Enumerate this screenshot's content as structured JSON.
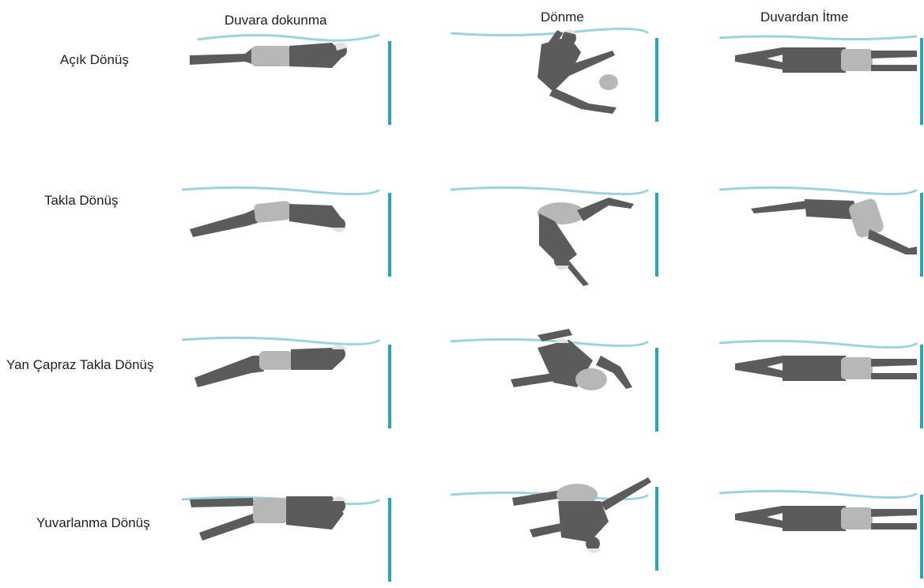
{
  "columns": [
    "Duvara dokunma",
    "Dönme",
    "Duvardan İtme"
  ],
  "rows": [
    "Açık Dönüş",
    "Takla Dönüş",
    "Yan Çapraz Takla Dönüş",
    "Yuvarlanma Dönüş"
  ],
  "colors": {
    "wall": "#2aa6b5",
    "water": "#9fd3db",
    "body": "#5b5b5b",
    "trunks": "#b7b7b7",
    "cap": "#e2e2e2"
  }
}
